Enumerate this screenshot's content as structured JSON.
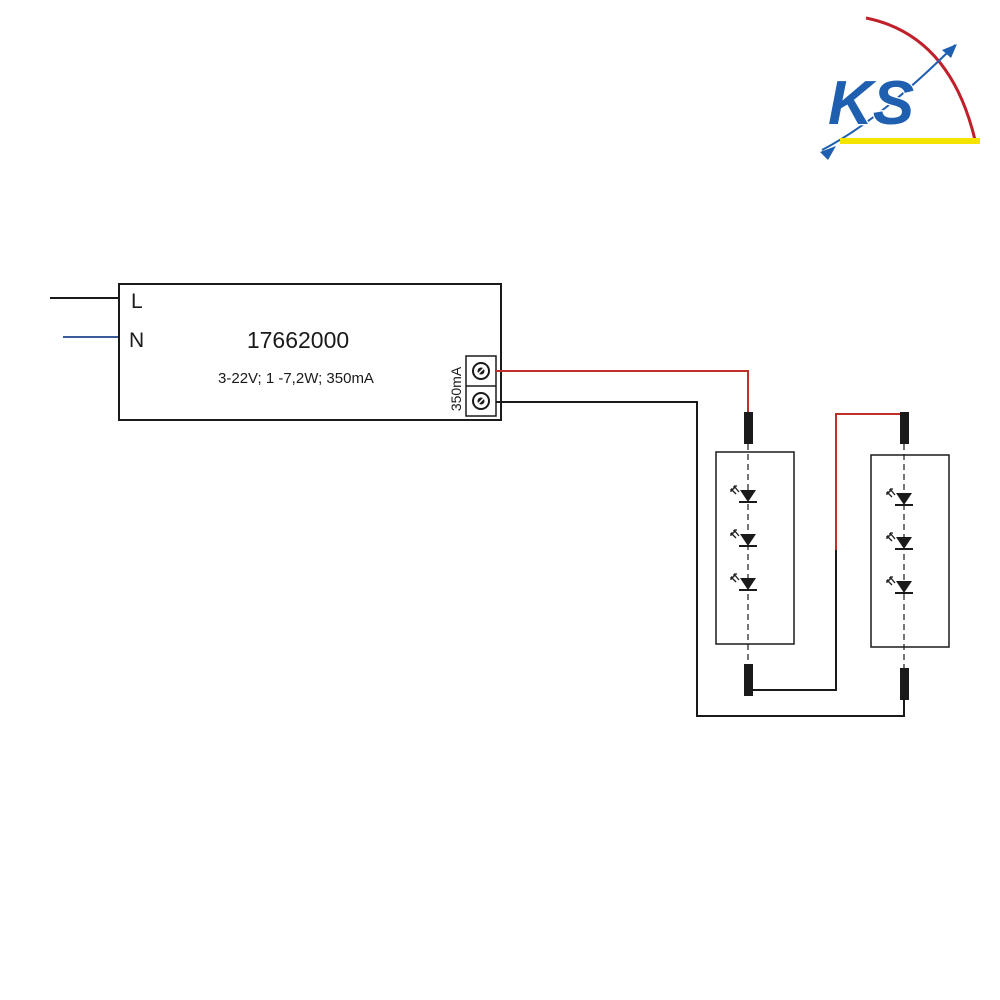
{
  "logo": {
    "text": "KS",
    "colors": {
      "blue": "#1f5fb0",
      "red": "#c0202a",
      "yellow": "#f4e400"
    }
  },
  "driver": {
    "input_labels": {
      "live": "L",
      "neutral": "N"
    },
    "part_number": "17662000",
    "spec": "3-22V; 1 -7,2W; 350mA",
    "output_label": "350mA"
  },
  "colors": {
    "wire_black": "#1a1a1a",
    "wire_red": "#c0302a",
    "wire_blue": "#3a5a9a"
  },
  "led_modules": [
    {
      "led_count": 3
    },
    {
      "led_count": 3
    }
  ]
}
